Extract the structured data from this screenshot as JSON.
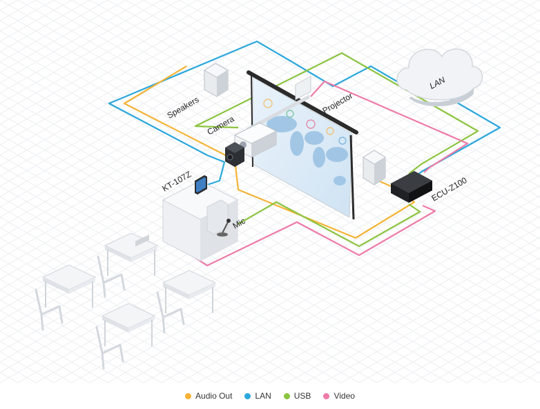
{
  "colors": {
    "audio": "#f5b335",
    "lan": "#2aa7dc",
    "usb": "#8cc43f",
    "video": "#ee7aa8"
  },
  "labels": {
    "lan_cloud": "LAN",
    "speakers": "Speakers",
    "camera": "Camera",
    "projector": "Projector",
    "kt": "KT-107Z",
    "mic": "Mic",
    "ecu": "ECU-Z100"
  },
  "legend": [
    {
      "label": "Audio Out",
      "color": "#f5b335"
    },
    {
      "label": "LAN",
      "color": "#2aa7dc"
    },
    {
      "label": "USB",
      "color": "#8cc43f"
    },
    {
      "label": "Video",
      "color": "#ee7aa8"
    }
  ]
}
